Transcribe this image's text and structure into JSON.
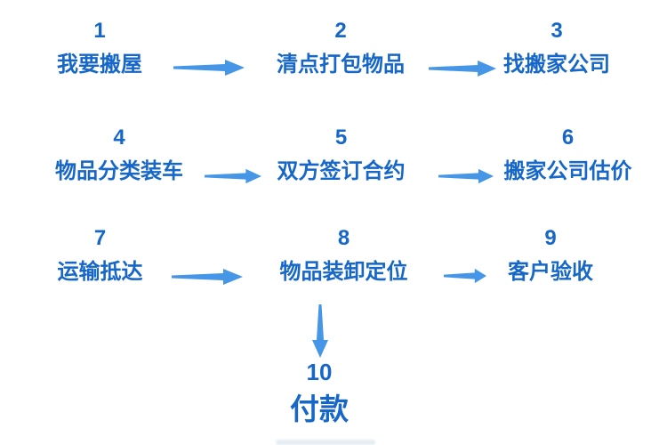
{
  "colors": {
    "text_blue": "#1667c8",
    "arrow_blue": "#4596e6",
    "background": "#ffffff"
  },
  "flow": {
    "steps": [
      {
        "num": "1",
        "label": "我要搬屋"
      },
      {
        "num": "2",
        "label": "清点打包物品"
      },
      {
        "num": "3",
        "label": "找搬家公司"
      },
      {
        "num": "4",
        "label": "物品分类装车"
      },
      {
        "num": "5",
        "label": "双方签订合约"
      },
      {
        "num": "6",
        "label": "搬家公司估价"
      },
      {
        "num": "7",
        "label": "运输抵达"
      },
      {
        "num": "8",
        "label": "物品装卸定位"
      },
      {
        "num": "9",
        "label": "客户验收"
      },
      {
        "num": "10",
        "label": "付款"
      }
    ],
    "connections": [
      {
        "from": "1",
        "to": "2",
        "direction": "right"
      },
      {
        "from": "2",
        "to": "3",
        "direction": "right"
      },
      {
        "from": "4",
        "to": "5",
        "direction": "right"
      },
      {
        "from": "5",
        "to": "6",
        "direction": "right"
      },
      {
        "from": "7",
        "to": "8",
        "direction": "right"
      },
      {
        "from": "8",
        "to": "9",
        "direction": "right"
      },
      {
        "from": "8",
        "to": "10",
        "direction": "down"
      }
    ]
  }
}
